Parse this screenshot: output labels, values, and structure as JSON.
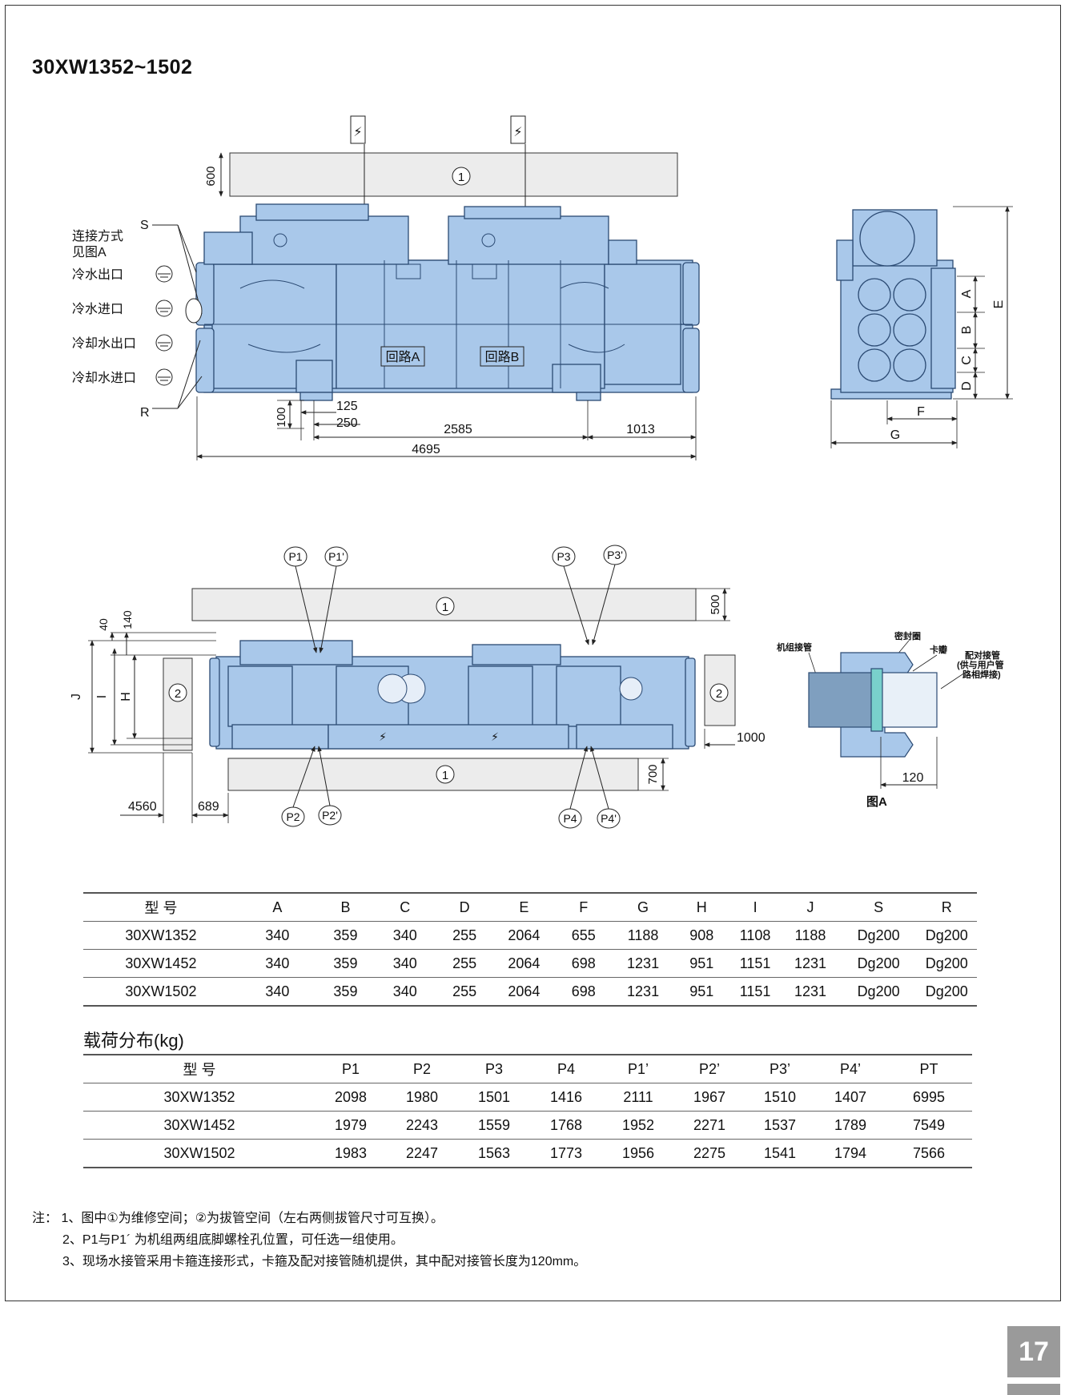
{
  "page_title": "30XW1352~1502",
  "page_number": "17",
  "drawing": {
    "circle_label_1": "1",
    "circle_label_2": "2",
    "hazard_symbol": "⚡",
    "front": {
      "label_connection": "连接方式",
      "label_see_figure": "见图A",
      "label_chilled_out": "冷水出口",
      "label_chilled_in": "冷水进口",
      "label_cooling_out": "冷却水出口",
      "label_cooling_in": "冷却水进口",
      "label_s": "S",
      "label_r": "R",
      "circuit_a": "回路A",
      "circuit_b": "回路B",
      "dim_600": "600",
      "dim_100": "100",
      "dim_125": "125",
      "dim_250": "250",
      "dim_2585": "2585",
      "dim_1013": "1013",
      "dim_4695": "4695"
    },
    "side": {
      "letter_a": "A",
      "letter_b": "B",
      "letter_c": "C",
      "letter_d": "D",
      "letter_e": "E",
      "letter_f": "F",
      "letter_g": "G"
    },
    "top": {
      "p1": "P1",
      "p1p": "P1'",
      "p2": "P2",
      "p2p": "P2'",
      "p3": "P3",
      "p3p": "P3'",
      "p4": "P4",
      "p4p": "P4'",
      "dim_40": "40",
      "dim_140": "140",
      "dim_500": "500",
      "dim_700": "700",
      "dim_1000": "1000",
      "dim_4560": "4560",
      "dim_689": "689",
      "letter_j": "J",
      "letter_i": "I",
      "letter_h": "H"
    },
    "figure_a": {
      "unit_pipe": "机组接管",
      "seal_ring": "密封圈",
      "clamp": "卡瓣",
      "pair_pipe_1": "配对接管",
      "pair_pipe_2": "(供与用户管",
      "pair_pipe_3": "路相焊接)",
      "dim_120": "120",
      "caption": "图A"
    }
  },
  "dimension_table": {
    "headers": [
      "型 号",
      "A",
      "B",
      "C",
      "D",
      "E",
      "F",
      "G",
      "H",
      "I",
      "J",
      "S",
      "R"
    ],
    "rows": [
      [
        "30XW1352",
        "340",
        "359",
        "340",
        "255",
        "2064",
        "655",
        "1188",
        "908",
        "1108",
        "1188",
        "Dg200",
        "Dg200"
      ],
      [
        "30XW1452",
        "340",
        "359",
        "340",
        "255",
        "2064",
        "698",
        "1231",
        "951",
        "1151",
        "1231",
        "Dg200",
        "Dg200"
      ],
      [
        "30XW1502",
        "340",
        "359",
        "340",
        "255",
        "2064",
        "698",
        "1231",
        "951",
        "1151",
        "1231",
        "Dg200",
        "Dg200"
      ]
    ]
  },
  "load_title": "载荷分布(kg)",
  "load_table": {
    "headers": [
      "型 号",
      "P1",
      "P2",
      "P3",
      "P4",
      "P1’",
      "P2’",
      "P3’",
      "P4’",
      "PT"
    ],
    "rows": [
      [
        "30XW1352",
        "2098",
        "1980",
        "1501",
        "1416",
        "2111",
        "1967",
        "1510",
        "1407",
        "6995"
      ],
      [
        "30XW1452",
        "1979",
        "2243",
        "1559",
        "1768",
        "1952",
        "2271",
        "1537",
        "1789",
        "7549"
      ],
      [
        "30XW1502",
        "1983",
        "2247",
        "1563",
        "1773",
        "1956",
        "2275",
        "1541",
        "1794",
        "7566"
      ]
    ]
  },
  "notes": {
    "line1": "注：  1、图中①为维修空间；②为拔管空间（左右两侧拔管尺寸可互换）。",
    "line2": "2、P1与P1´ 为机组两组底脚螺栓孔位置，可任选一组使用。",
    "line3": "3、现场水接管采用卡箍连接形式，卡箍及配对接管随机提供，其中配对接管长度为120mm。"
  },
  "colors": {
    "unit_fill": "#a9c8ea",
    "unit_stroke": "#2b4a73",
    "service_fill": "#ececec",
    "seal_fill": "#79d0cc"
  }
}
